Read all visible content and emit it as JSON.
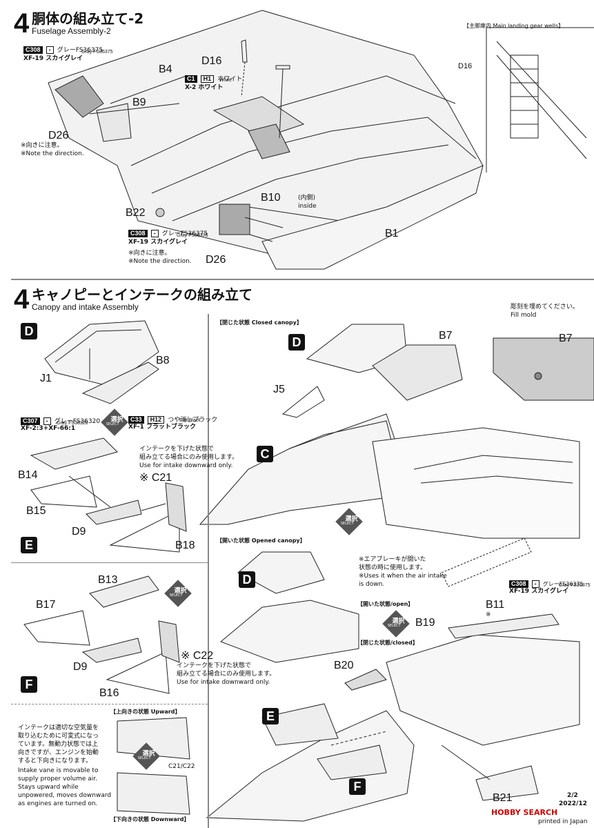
{
  "step1": {
    "number": "4",
    "title_jp": "胴体の組み立て-2",
    "title_en": "Fuselage Assembly-2"
  },
  "step2": {
    "number": "4",
    "title_jp": "キャノピーとインテークの組み立て",
    "title_en": "Canopy and intake Assembly"
  },
  "paints": {
    "c308_code": "C308",
    "dash": "-",
    "gray_jp": "グレーFS36375",
    "gray_en": "Gray FS36375",
    "xf19": "XF-19 スカイグレイ",
    "c1_code": "C1",
    "h1_code": "H1",
    "white_jp": "ホワイト",
    "white_en": "White",
    "x2": "X-2 ホワイト",
    "c307_code": "C307",
    "gray2_jp": "グレーFS36320",
    "gray2_en": "Gray FS36320",
    "xf2": "XF-2:3+XF-66:1",
    "c33_code": "C33",
    "h12_code": "H12",
    "flat_jp": "つや消しブラック",
    "flat_en": "Flat Black",
    "xf1": "XF-1 フラットブラック"
  },
  "notes": {
    "direction_jp": "※向きに注意。",
    "direction_en": "※Note the direction.",
    "inside_jp": "(内側)",
    "inside_en": "inside",
    "main_gear": "【主脚庫内 Main landing gear wells】",
    "fill_mold_jp": "彫刻を埋めてください。",
    "fill_mold_en": "Fill mold",
    "closed_canopy": "【閉じた状態 Closed canopy】",
    "opened_canopy": "【開いた状態 Opened canopy】",
    "intake_down_jp1": "インテークを下げた状態で",
    "intake_down_jp2": "組み立てる場合にのみ使用します。",
    "intake_down_en": "Use for intake downward only.",
    "airbrake_jp1": "※エアブレーキが開いた",
    "airbrake_jp2": "状態の時に使用します。",
    "airbrake_en1": "※Uses it when the air intake",
    "airbrake_en2": "is down.",
    "open_label": "【開いた状態/open】",
    "closed_label": "【閉じた状態/closed】",
    "upward": "【上向きの状態 Upward】",
    "downward": "【下向きの状態 Downward】",
    "vane_jp1": "インテークは適切な空気量を",
    "vane_jp2": "取り込むために可変式になっ",
    "vane_jp3": "ています。無動力状態では上",
    "vane_jp4": "向きですが、エンジンを始動",
    "vane_jp5": "すると下向きになります。",
    "vane_en1": "Intake vane is movable to",
    "vane_en2": "supply proper volume air.",
    "vane_en3": "Stays upward while",
    "vane_en4": "unpowered, moves downward",
    "vane_en5": "as engines are turned on.",
    "select_jp": "選択",
    "select_en": "SELECT",
    "c21_c22": "C21/C22",
    "page": "2/2",
    "date": "2022/12",
    "printed": "printed in Japan"
  },
  "parts": {
    "d16a": "D16",
    "d16b": "D16",
    "b4": "B4",
    "b9": "B9",
    "d26a": "D26",
    "d26b": "D26",
    "b22": "B22",
    "b10": "B10",
    "b1": "B1",
    "j1": "J1",
    "b8": "B8",
    "b7a": "B7",
    "b7b": "B7",
    "j5": "J5",
    "b14": "B14",
    "b15": "B15",
    "d9a": "D9",
    "d9b": "D9",
    "c21": "※ C21",
    "b18": "B18",
    "b13": "B13",
    "b17": "B17",
    "c22": "※ C22",
    "b16": "B16",
    "b11": "B11",
    "b11note": "※",
    "b19": "B19",
    "b20": "B20",
    "b21": "B21"
  },
  "letters": {
    "d1": "D",
    "d2": "D",
    "d3": "D",
    "c": "C",
    "e1": "E",
    "e2": "E",
    "f1": "F",
    "f2": "F"
  },
  "watermark": "HOBBY SEARCH"
}
